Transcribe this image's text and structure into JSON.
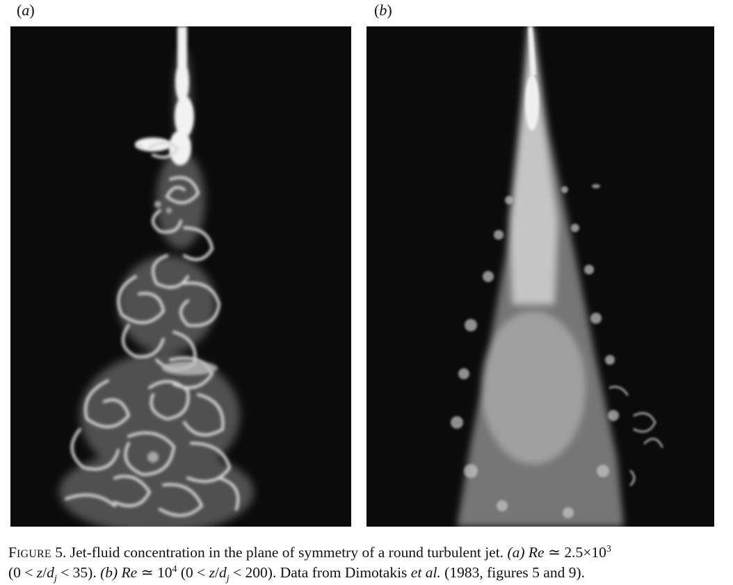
{
  "panels": [
    {
      "label_letter": "a",
      "image_alt": "jet photograph (a)"
    },
    {
      "label_letter": "b",
      "image_alt": "jet photograph (b)"
    }
  ],
  "caption": {
    "fig_prefix_F": "F",
    "fig_prefix_rest": "IGURE",
    "fig_number": "5.",
    "line1_text": "Jet-fluid concentration in the plane of symmetry of a round turbulent jet.",
    "a_label": "(a)",
    "a_re": "Re",
    "a_sim": "≃ 2.5×10",
    "a_exp": "3",
    "line2_range_a_open": "(0 < ",
    "z": "z",
    "slash": "/",
    "d": "d",
    "j": "j",
    "line2_range_a_close": " < 35).",
    "b_label": "(b)",
    "b_re": "Re",
    "b_sim": "≃ 10",
    "b_exp": "4",
    "line2_range_b_open": "(0 < ",
    "line2_range_b_close": " < 200). Data from Dimotakis",
    "et_al": "et al.",
    "citation": "(1983, figures 5 and 9)."
  }
}
